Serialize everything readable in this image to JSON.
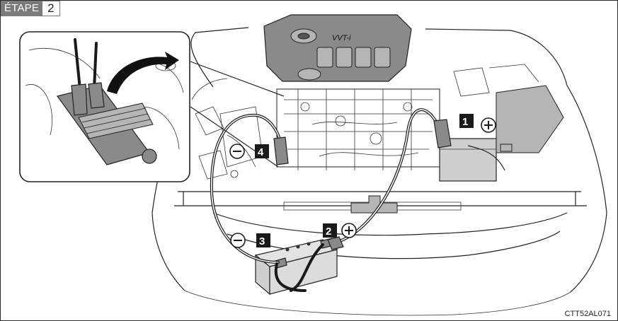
{
  "step": {
    "label": "ÉTAPE",
    "number": "2"
  },
  "figure_code": "CTT52AL071",
  "callouts": [
    {
      "number": "1",
      "symbol": "plus"
    },
    {
      "number": "2",
      "symbol": "plus"
    },
    {
      "number": "3",
      "symbol": "minus"
    },
    {
      "number": "4",
      "symbol": "minus"
    }
  ],
  "engine_cover_logo": "VVT-i"
}
